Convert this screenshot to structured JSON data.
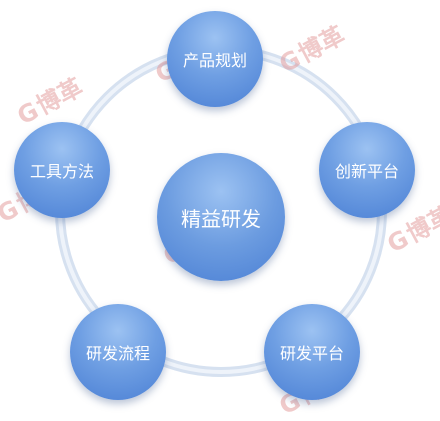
{
  "diagram": {
    "center": {
      "label": "精益研发"
    },
    "nodes": [
      {
        "id": "product-planning",
        "label": "产品规划"
      },
      {
        "id": "innovation-platform",
        "label": "创新平台"
      },
      {
        "id": "rd-platform",
        "label": "研发平台"
      },
      {
        "id": "rd-process",
        "label": "研发流程"
      },
      {
        "id": "tools-methods",
        "label": "工具方法"
      }
    ],
    "colors": {
      "node_light": "#9cc2f2",
      "node_dark": "#4a7fd4",
      "ring": "#dde6f3"
    }
  },
  "watermark": {
    "text": "博革",
    "glyph": "G"
  }
}
